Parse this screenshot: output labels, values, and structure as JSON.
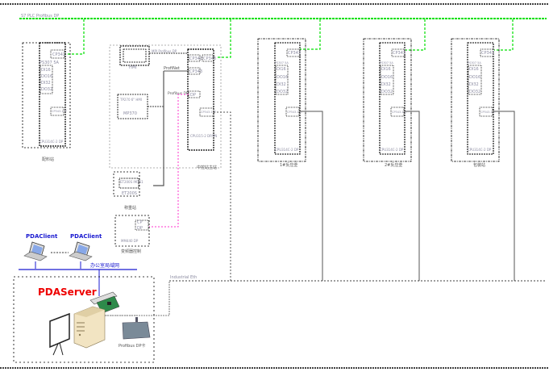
{
  "colors": {
    "bus_green": "#00e000",
    "profibus_magenta": "#ff33cc",
    "lan_blue": "#1a1ad0",
    "server_red": "#ee0000",
    "line_gray": "#555555"
  },
  "top_bus": {
    "label": "S7 PLC Profibus DP"
  },
  "stations": [
    {
      "id": "s1",
      "caption": "配料站",
      "module": "CP343",
      "io": [
        "DI16",
        "DO16",
        "DI32",
        "DO32"
      ],
      "io_header": "PS307 5A",
      "port": "CP343-1 IT",
      "cpu": "CPU314C-2 DP"
    },
    {
      "id": "s3",
      "caption": "1#反应釜",
      "module": "CP343",
      "io": [
        "DI16",
        "DO16",
        "DI32",
        "DO32"
      ],
      "io_header": "PS307 5A",
      "port": "CP343-1 IT",
      "cpu": "CPU314C-2 DP"
    },
    {
      "id": "s4",
      "caption": "2#反应釜",
      "module": "CP343",
      "io": [
        "DI16",
        "DO16",
        "DI32",
        "DO32"
      ],
      "io_header": "PS307 5A",
      "port": "CP343-1 IT",
      "cpu": "CPU314C-2 DP"
    },
    {
      "id": "s5",
      "caption": "包装站",
      "module": "CP343",
      "io": [
        "DI16",
        "DO16",
        "DI32",
        "DO32"
      ],
      "io_header": "PS307 5A",
      "port": "CP343-1 IT",
      "cpu": "CPU314C-2 DP"
    }
  ],
  "main_station": {
    "caption": "中控站主站",
    "hmi": "HMI",
    "hmi_link": "MPI Profibus DP",
    "panel": "TP270 6\" HMI",
    "panel_sub": "MP370",
    "profinet_label": "ProfiNet",
    "profibus_label": "Profibus DP",
    "modules": [
      "CP343",
      "CP343",
      "DP"
    ],
    "cpu_port": "CP343-1 IT",
    "cpu": "CPU315-2 DP/PN"
  },
  "aux_units": [
    {
      "caption": "称重站",
      "title": "ET200S IM151",
      "sub": "ET200S"
    },
    {
      "caption": "变频器控制",
      "modules": [
        "CP",
        "DP"
      ],
      "sub": "MM440 DP"
    }
  ],
  "clients": [
    {
      "label": "PDAClient"
    },
    {
      "label": "PDAClient"
    }
  ],
  "lan_label": "办公室局域网",
  "industrial_eth_label": "Industrial Eth",
  "server": {
    "title": "PDAServer",
    "device_label": "Profibus DP卡"
  }
}
